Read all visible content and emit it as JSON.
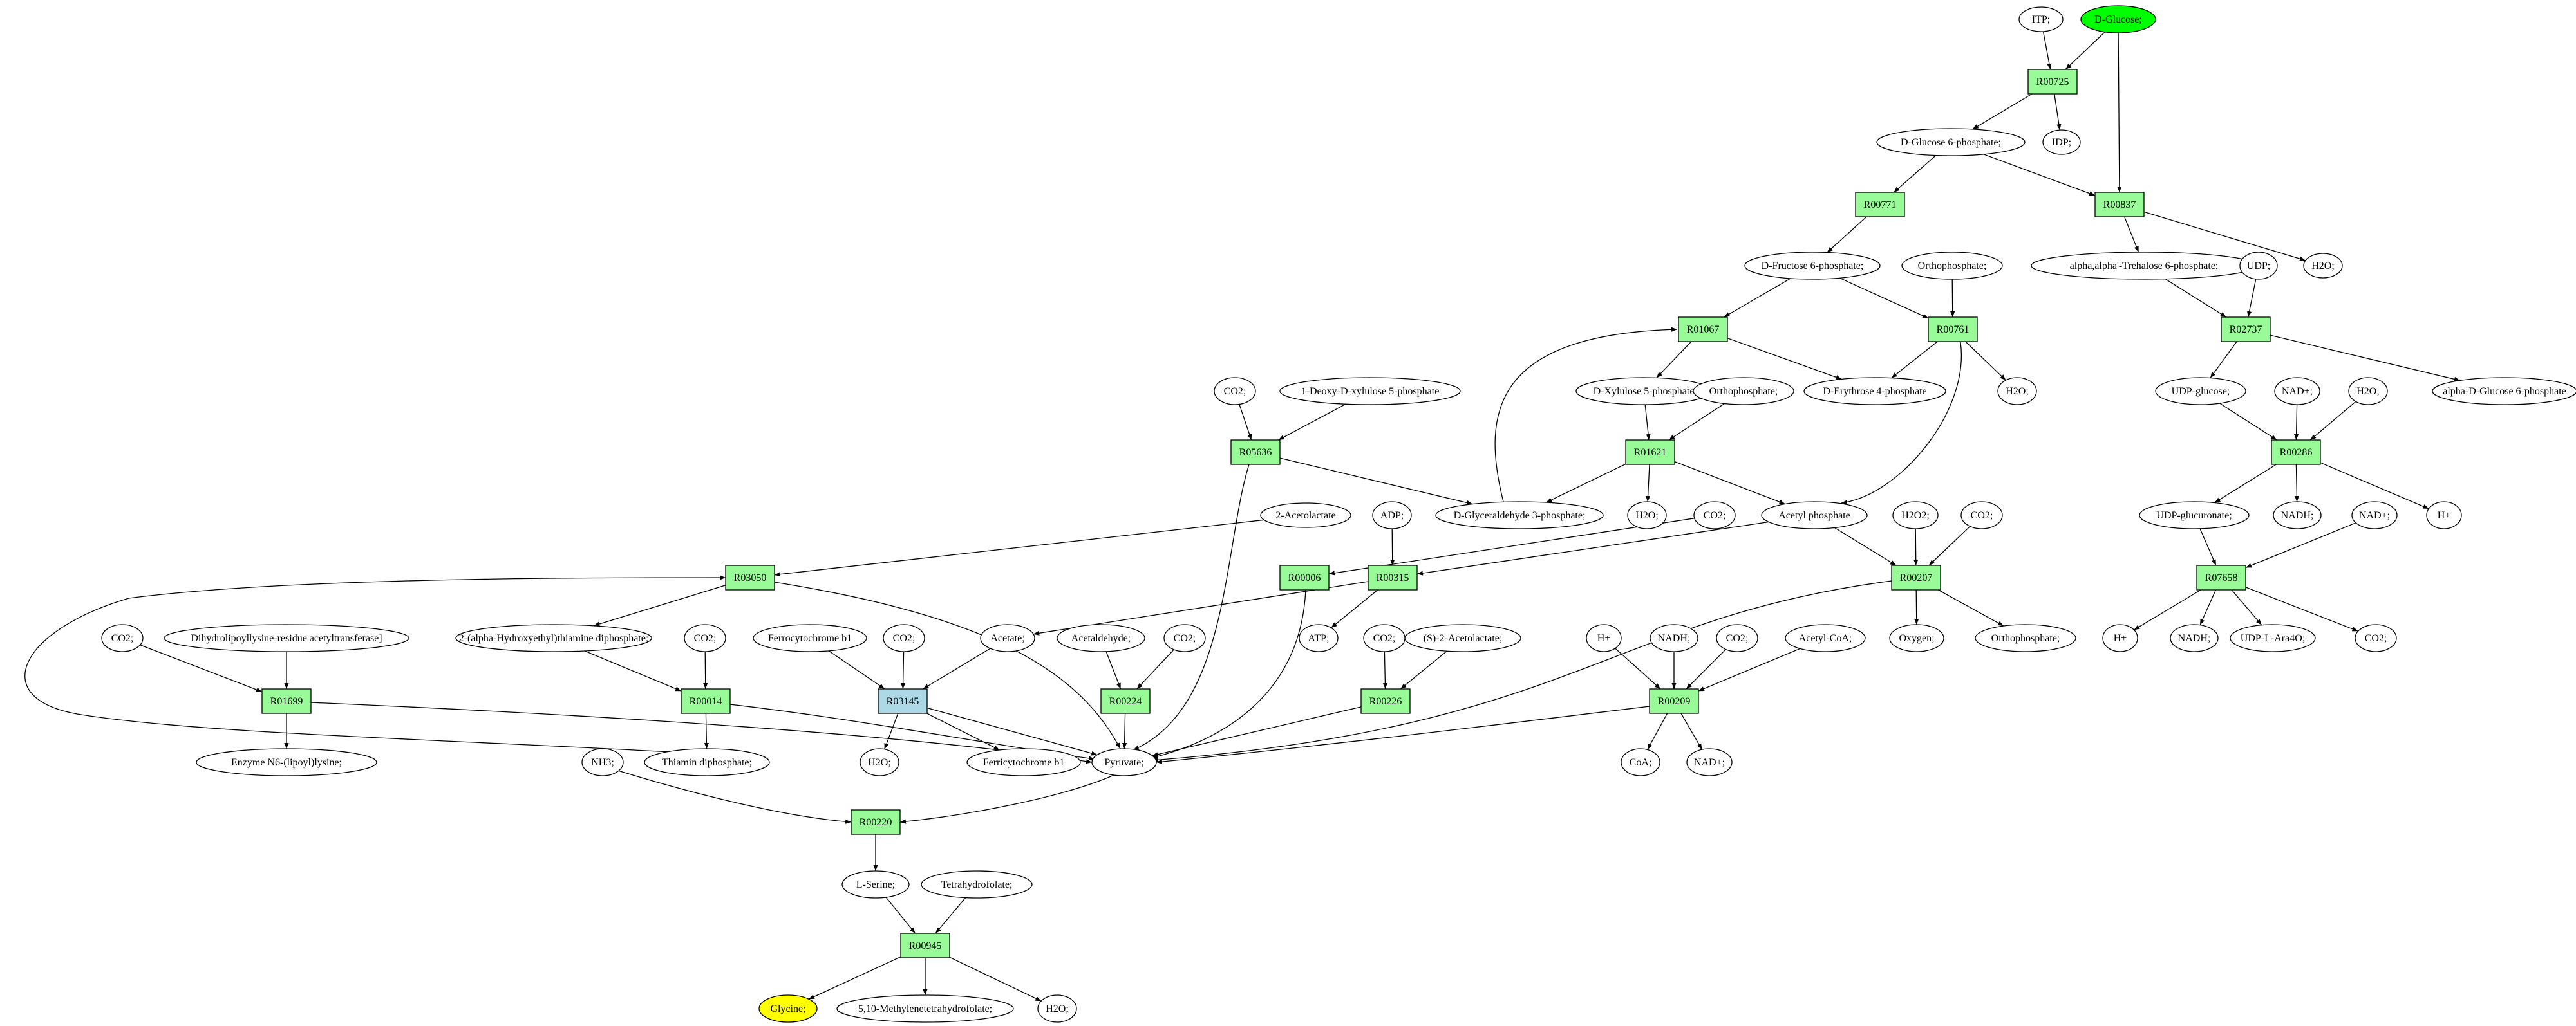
{
  "colors": {
    "reaction": "#98fb98",
    "reaction_special": "#add8e6",
    "source": "#00ff00",
    "target": "#ffff00",
    "compound": "#ffffff"
  },
  "nodes": [
    {
      "id": "ITP",
      "label": "ITP;",
      "shape": "ellipse"
    },
    {
      "id": "DGlc",
      "label": "D-Glucose;",
      "shape": "ellipse",
      "role": "source"
    },
    {
      "id": "R00725",
      "label": "R00725",
      "shape": "box"
    },
    {
      "id": "IDP",
      "label": "IDP;",
      "shape": "ellipse"
    },
    {
      "id": "G6P",
      "label": "D-Glucose 6-phosphate;",
      "shape": "ellipse"
    },
    {
      "id": "R00771",
      "label": "R00771",
      "shape": "box"
    },
    {
      "id": "R00837",
      "label": "R00837",
      "shape": "box"
    },
    {
      "id": "F6P",
      "label": "D-Fructose 6-phosphate;",
      "shape": "ellipse"
    },
    {
      "id": "Ortho1",
      "label": "Orthophosphate;",
      "shape": "ellipse"
    },
    {
      "id": "Tre6P",
      "label": "alpha,alpha'-Trehalose 6-phosphate;",
      "shape": "ellipse"
    },
    {
      "id": "UDP",
      "label": "UDP;",
      "shape": "ellipse"
    },
    {
      "id": "H2O_1",
      "label": "H2O;",
      "shape": "ellipse"
    },
    {
      "id": "R01067",
      "label": "R01067",
      "shape": "box"
    },
    {
      "id": "R00761",
      "label": "R00761",
      "shape": "box"
    },
    {
      "id": "R02737",
      "label": "R02737",
      "shape": "box"
    },
    {
      "id": "CO2_1",
      "label": "CO2;",
      "shape": "ellipse"
    },
    {
      "id": "DXP",
      "label": "1-Deoxy-D-xylulose 5-phosphate",
      "shape": "ellipse"
    },
    {
      "id": "Xu5P",
      "label": "D-Xylulose 5-phosphate",
      "shape": "ellipse"
    },
    {
      "id": "Ortho2",
      "label": "Orthophosphate;",
      "shape": "ellipse"
    },
    {
      "id": "E4P",
      "label": "D-Erythrose 4-phosphate",
      "shape": "ellipse"
    },
    {
      "id": "H2O_2",
      "label": "H2O;",
      "shape": "ellipse"
    },
    {
      "id": "UDPGlc",
      "label": "UDP-glucose;",
      "shape": "ellipse"
    },
    {
      "id": "NAD_1",
      "label": "NAD+;",
      "shape": "ellipse"
    },
    {
      "id": "H2O_3",
      "label": "H2O;",
      "shape": "ellipse"
    },
    {
      "id": "aG6P",
      "label": "alpha-D-Glucose 6-phosphate",
      "shape": "ellipse"
    },
    {
      "id": "R05636",
      "label": "R05636",
      "shape": "box"
    },
    {
      "id": "R01621",
      "label": "R01621",
      "shape": "box"
    },
    {
      "id": "R00286",
      "label": "R00286",
      "shape": "box"
    },
    {
      "id": "Acetolactate",
      "label": "2-Acetolactate",
      "shape": "ellipse"
    },
    {
      "id": "ADP",
      "label": "ADP;",
      "shape": "ellipse"
    },
    {
      "id": "GAP",
      "label": "D-Glyceraldehyde 3-phosphate;",
      "shape": "ellipse"
    },
    {
      "id": "H2O_4",
      "label": "H2O;",
      "shape": "ellipse"
    },
    {
      "id": "CO2_2",
      "label": "CO2;",
      "shape": "ellipse"
    },
    {
      "id": "AcP",
      "label": "Acetyl phosphate",
      "shape": "ellipse"
    },
    {
      "id": "H2O2",
      "label": "H2O2;",
      "shape": "ellipse"
    },
    {
      "id": "CO2_3",
      "label": "CO2;",
      "shape": "ellipse"
    },
    {
      "id": "UDPGlcA",
      "label": "UDP-glucuronate;",
      "shape": "ellipse"
    },
    {
      "id": "NADH_1",
      "label": "NADH;",
      "shape": "ellipse"
    },
    {
      "id": "NAD_2",
      "label": "NAD+;",
      "shape": "ellipse"
    },
    {
      "id": "Hp_1",
      "label": "H+",
      "shape": "ellipse"
    },
    {
      "id": "R03050",
      "label": "R03050",
      "shape": "box"
    },
    {
      "id": "R00006",
      "label": "R00006",
      "shape": "box"
    },
    {
      "id": "R00315",
      "label": "R00315",
      "shape": "box"
    },
    {
      "id": "R00207",
      "label": "R00207",
      "shape": "box"
    },
    {
      "id": "R07658",
      "label": "R07658",
      "shape": "box"
    },
    {
      "id": "CO2_4",
      "label": "CO2;",
      "shape": "ellipse"
    },
    {
      "id": "DLAT",
      "label": "Dihydrolipoyllysine-residue acetyltransferase]",
      "shape": "ellipse"
    },
    {
      "id": "HETPP",
      "label": "2-(alpha-Hydroxyethyl)thiamine diphosphate;",
      "shape": "ellipse"
    },
    {
      "id": "CO2_5",
      "label": "CO2;",
      "shape": "ellipse"
    },
    {
      "id": "FerroB1",
      "label": "Ferrocytochrome b1",
      "shape": "ellipse"
    },
    {
      "id": "CO2_6",
      "label": "CO2;",
      "shape": "ellipse"
    },
    {
      "id": "Acetate",
      "label": "Acetate;",
      "shape": "ellipse"
    },
    {
      "id": "Acetaldehyde",
      "label": "Acetaldehyde;",
      "shape": "ellipse"
    },
    {
      "id": "CO2_7",
      "label": "CO2;",
      "shape": "ellipse"
    },
    {
      "id": "ATP",
      "label": "ATP;",
      "shape": "ellipse"
    },
    {
      "id": "CO2_8",
      "label": "CO2;",
      "shape": "ellipse"
    },
    {
      "id": "SAcetolactate",
      "label": "(S)-2-Acetolactate;",
      "shape": "ellipse"
    },
    {
      "id": "Hp_2",
      "label": "H+",
      "shape": "ellipse"
    },
    {
      "id": "NADH_2",
      "label": "NADH;",
      "shape": "ellipse"
    },
    {
      "id": "CO2_9",
      "label": "CO2;",
      "shape": "ellipse"
    },
    {
      "id": "AcCoA",
      "label": "Acetyl-CoA;",
      "shape": "ellipse"
    },
    {
      "id": "Oxygen",
      "label": "Oxygen;",
      "shape": "ellipse"
    },
    {
      "id": "Ortho3",
      "label": "Orthophosphate;",
      "shape": "ellipse"
    },
    {
      "id": "Hp_3",
      "label": "H+",
      "shape": "ellipse"
    },
    {
      "id": "NADH_3",
      "label": "NADH;",
      "shape": "ellipse"
    },
    {
      "id": "UDPAra",
      "label": "UDP-L-Ara4O;",
      "shape": "ellipse"
    },
    {
      "id": "CO2_10",
      "label": "CO2;",
      "shape": "ellipse"
    },
    {
      "id": "R01699",
      "label": "R01699",
      "shape": "box"
    },
    {
      "id": "R00014",
      "label": "R00014",
      "shape": "box"
    },
    {
      "id": "R03145",
      "label": "R03145",
      "shape": "box",
      "role": "special"
    },
    {
      "id": "R00224",
      "label": "R00224",
      "shape": "box"
    },
    {
      "id": "R00226",
      "label": "R00226",
      "shape": "box"
    },
    {
      "id": "R00209",
      "label": "R00209",
      "shape": "box"
    },
    {
      "id": "EnzLip",
      "label": "Enzyme N6-(lipoyl)lysine;",
      "shape": "ellipse"
    },
    {
      "id": "NH3",
      "label": "NH3;",
      "shape": "ellipse"
    },
    {
      "id": "TPP",
      "label": "Thiamin diphosphate;",
      "shape": "ellipse"
    },
    {
      "id": "H2O_5",
      "label": "H2O;",
      "shape": "ellipse"
    },
    {
      "id": "FerriB1",
      "label": "Ferricytochrome b1",
      "shape": "ellipse"
    },
    {
      "id": "Pyruvate",
      "label": "Pyruvate;",
      "shape": "ellipse"
    },
    {
      "id": "CoA",
      "label": "CoA;",
      "shape": "ellipse"
    },
    {
      "id": "NAD_3",
      "label": "NAD+;",
      "shape": "ellipse"
    },
    {
      "id": "R00220",
      "label": "R00220",
      "shape": "box"
    },
    {
      "id": "LSer",
      "label": "L-Serine;",
      "shape": "ellipse"
    },
    {
      "id": "THF",
      "label": "Tetrahydrofolate;",
      "shape": "ellipse"
    },
    {
      "id": "R00945",
      "label": "R00945",
      "shape": "box"
    },
    {
      "id": "Glycine",
      "label": "Glycine;",
      "shape": "ellipse",
      "role": "target"
    },
    {
      "id": "MeTHF",
      "label": "5,10-Methylenetetrahydrofolate;",
      "shape": "ellipse"
    },
    {
      "id": "H2O_6",
      "label": "H2O;",
      "shape": "ellipse"
    }
  ],
  "edges": [
    [
      "ITP",
      "R00725"
    ],
    [
      "DGlc",
      "R00725"
    ],
    [
      "DGlc",
      "R00837"
    ],
    [
      "R00725",
      "G6P"
    ],
    [
      "R00725",
      "IDP"
    ],
    [
      "G6P",
      "R00771"
    ],
    [
      "G6P",
      "R00837"
    ],
    [
      "R00771",
      "F6P"
    ],
    [
      "R00837",
      "Tre6P"
    ],
    [
      "R00837",
      "H2O_1"
    ],
    [
      "F6P",
      "R01067"
    ],
    [
      "F6P",
      "R00761"
    ],
    [
      "Ortho1",
      "R00761"
    ],
    [
      "Tre6P",
      "R02737"
    ],
    [
      "UDP",
      "R02737"
    ],
    [
      "R01067",
      "Xu5P"
    ],
    [
      "R01067",
      "E4P"
    ],
    [
      "R00761",
      "E4P"
    ],
    [
      "R00761",
      "H2O_2"
    ],
    [
      "R00761",
      "AcP"
    ],
    [
      "R02737",
      "UDPGlc"
    ],
    [
      "R02737",
      "aG6P"
    ],
    [
      "CO2_1",
      "R05636"
    ],
    [
      "DXP",
      "R05636"
    ],
    [
      "Xu5P",
      "R01621"
    ],
    [
      "Ortho2",
      "R01621"
    ],
    [
      "UDPGlc",
      "R00286"
    ],
    [
      "NAD_1",
      "R00286"
    ],
    [
      "H2O_3",
      "R00286"
    ],
    [
      "R05636",
      "GAP"
    ],
    [
      "R05636",
      "Pyruvate"
    ],
    [
      "GAP",
      "R01067"
    ],
    [
      "R01621",
      "GAP"
    ],
    [
      "R01621",
      "H2O_4"
    ],
    [
      "R01621",
      "AcP"
    ],
    [
      "R00286",
      "UDPGlcA"
    ],
    [
      "R00286",
      "NADH_1"
    ],
    [
      "R00286",
      "Hp_1"
    ],
    [
      "Acetolactate",
      "R03050"
    ],
    [
      "ADP",
      "R00315"
    ],
    [
      "CO2_2",
      "R00006"
    ],
    [
      "AcP",
      "R00315"
    ],
    [
      "AcP",
      "R00207"
    ],
    [
      "H2O2",
      "R00207"
    ],
    [
      "CO2_3",
      "R00207"
    ],
    [
      "UDPGlcA",
      "R07658"
    ],
    [
      "NAD_2",
      "R07658"
    ],
    [
      "R03050",
      "HETPP"
    ],
    [
      "R03050",
      "Pyruvate"
    ],
    [
      "R00006",
      "Pyruvate"
    ],
    [
      "R00315",
      "Acetate"
    ],
    [
      "R00315",
      "ATP"
    ],
    [
      "R00207",
      "Oxygen"
    ],
    [
      "R00207",
      "Ortho3"
    ],
    [
      "R00207",
      "Pyruvate"
    ],
    [
      "R07658",
      "Hp_3"
    ],
    [
      "R07658",
      "NADH_3"
    ],
    [
      "R07658",
      "UDPAra"
    ],
    [
      "R07658",
      "CO2_10"
    ],
    [
      "CO2_4",
      "R01699"
    ],
    [
      "DLAT",
      "R01699"
    ],
    [
      "HETPP",
      "R00014"
    ],
    [
      "CO2_5",
      "R00014"
    ],
    [
      "FerroB1",
      "R03145"
    ],
    [
      "CO2_6",
      "R03145"
    ],
    [
      "Acetate",
      "R03145"
    ],
    [
      "Acetaldehyde",
      "R00224"
    ],
    [
      "CO2_7",
      "R00224"
    ],
    [
      "CO2_8",
      "R00226"
    ],
    [
      "SAcetolactate",
      "R00226"
    ],
    [
      "Hp_2",
      "R00209"
    ],
    [
      "NADH_2",
      "R00209"
    ],
    [
      "CO2_9",
      "R00209"
    ],
    [
      "AcCoA",
      "R00209"
    ],
    [
      "R01699",
      "EnzLip"
    ],
    [
      "R01699",
      "Pyruvate"
    ],
    [
      "R00014",
      "TPP"
    ],
    [
      "R00014",
      "Pyruvate"
    ],
    [
      "TPP",
      "R03050"
    ],
    [
      "R03145",
      "H2O_5"
    ],
    [
      "R03145",
      "FerriB1"
    ],
    [
      "R03145",
      "Pyruvate"
    ],
    [
      "R00224",
      "Pyruvate"
    ],
    [
      "R00226",
      "Pyruvate"
    ],
    [
      "R00209",
      "Pyruvate"
    ],
    [
      "R00209",
      "CoA"
    ],
    [
      "R00209",
      "NAD_3"
    ],
    [
      "NH3",
      "R00220"
    ],
    [
      "Pyruvate",
      "R00220"
    ],
    [
      "R00220",
      "LSer"
    ],
    [
      "LSer",
      "R00945"
    ],
    [
      "THF",
      "R00945"
    ],
    [
      "R00945",
      "Glycine"
    ],
    [
      "R00945",
      "MeTHF"
    ],
    [
      "R00945",
      "H2O_6"
    ]
  ]
}
